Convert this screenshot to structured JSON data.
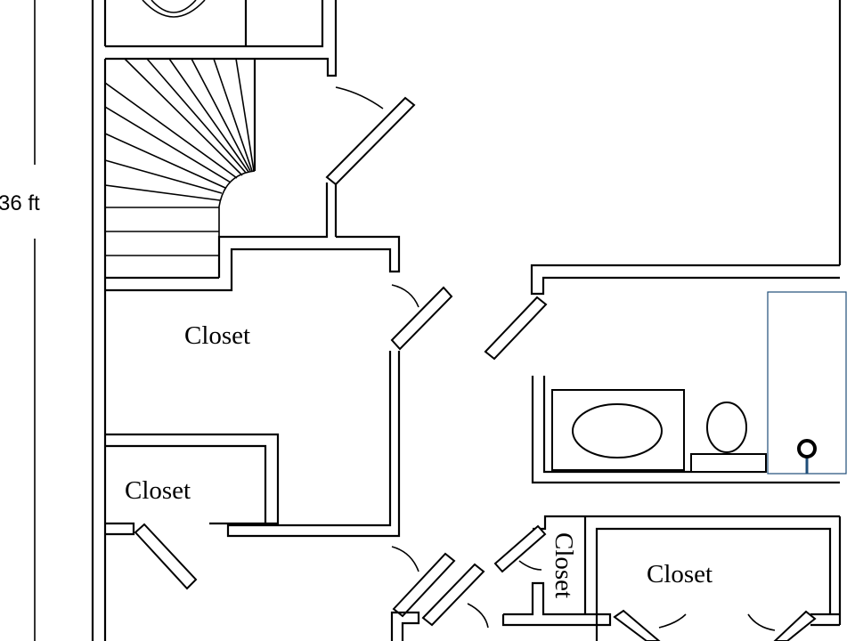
{
  "dimension_label": "36 ft",
  "rooms": [
    {
      "label": "Closet"
    },
    {
      "label": "Closet"
    },
    {
      "label": "Closet"
    },
    {
      "label": "Closet"
    }
  ],
  "colors": {
    "walls": "#000000",
    "marker": "#1f4e79",
    "background": "#ffffff"
  },
  "icons": [
    "location-pin-icon"
  ]
}
